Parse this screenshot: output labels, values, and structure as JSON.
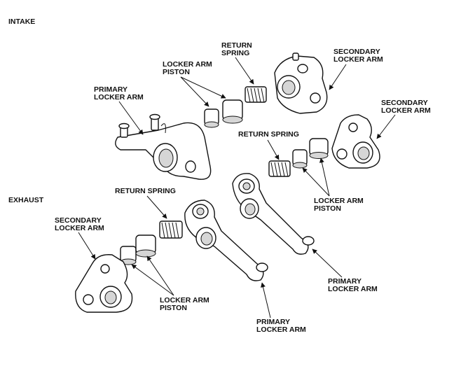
{
  "sections": {
    "intake": "INTAKE",
    "exhaust": "EXHAUST"
  },
  "labels": {
    "intake_return_spring": [
      "RETURN",
      "SPRING"
    ],
    "intake_locker_piston": [
      "LOCKER ARM",
      "PISTON"
    ],
    "intake_primary_arm": [
      "PRIMARY",
      "LOCKER ARM"
    ],
    "intake_secondary_arm_top": [
      "SECONDARY",
      "LOCKER ARM"
    ],
    "intake_secondary_arm_right": [
      "SECONDARY",
      "LOCKER ARM"
    ],
    "mid_return_spring": [
      "RETURN SPRING"
    ],
    "mid_locker_piston": [
      "LOCKER ARM",
      "PISTON"
    ],
    "exhaust_return_spring": [
      "RETURN SPRING"
    ],
    "exhaust_secondary_arm": [
      "SECONDARY",
      "LOCKER ARM"
    ],
    "exhaust_locker_piston": [
      "LOCKER ARM",
      "PISTON"
    ],
    "exhaust_primary_right": [
      "PRIMARY",
      "LOCKER ARM"
    ],
    "exhaust_primary_bottom": [
      "PRIMARY",
      "LOCKER ARM"
    ]
  }
}
